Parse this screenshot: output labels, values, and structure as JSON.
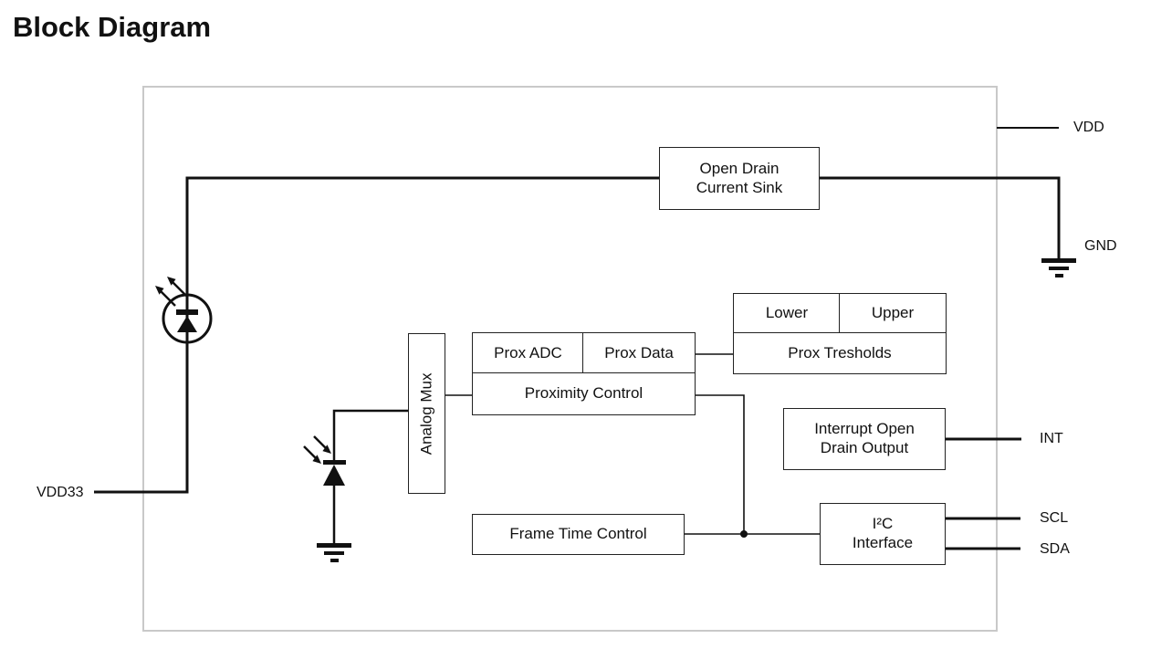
{
  "title": "Block Diagram",
  "blocks": {
    "open_drain": {
      "line1": "Open Drain",
      "line2": "Current Sink"
    },
    "lower": {
      "label": "Lower"
    },
    "upper": {
      "label": "Upper"
    },
    "prox_thresholds": {
      "label": "Prox Tresholds"
    },
    "prox_adc": {
      "label": "Prox ADC"
    },
    "prox_data": {
      "label": "Prox Data"
    },
    "proximity_control": {
      "label": "Proximity Control"
    },
    "analog_mux": {
      "label": "Analog Mux"
    },
    "interrupt_open_drain": {
      "line1": "Interrupt Open",
      "line2": "Drain Output"
    },
    "frame_time_control": {
      "label": "Frame Time Control"
    },
    "i2c_interface": {
      "line1": "I²C",
      "line2": "Interface"
    }
  },
  "pins": {
    "vdd": "VDD",
    "gnd": "GND",
    "int": "INT",
    "scl": "SCL",
    "sda": "SDA",
    "vdd33": "VDD33"
  },
  "colors": {
    "line": "#111111",
    "chip_outline": "#c9c9c9",
    "background": "#ffffff"
  }
}
